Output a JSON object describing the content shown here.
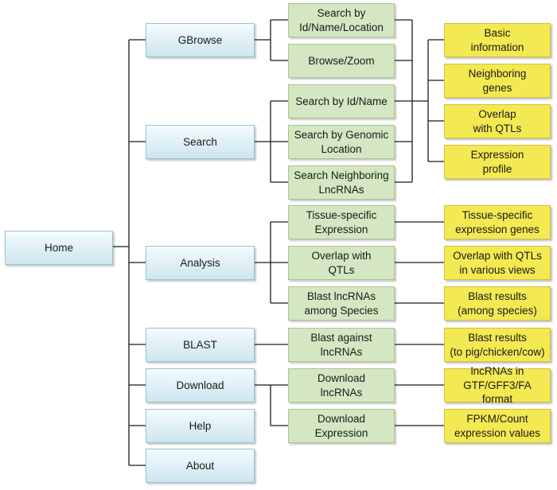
{
  "home": "Home",
  "main_nav": {
    "gbrowse": "GBrowse",
    "search": "Search",
    "analysis": "Analysis",
    "blast": "BLAST",
    "download": "Download",
    "help": "Help",
    "about": "About"
  },
  "gbrowse_features": {
    "search_by_id_name_location": "Search by\nId/Name/Location",
    "browse_zoom": "Browse/Zoom"
  },
  "search_features": {
    "search_by_id_name": "Search by Id/Name",
    "search_by_genomic_location": "Search by Genomic\nLocation",
    "search_neighboring_lncrnas": "Search Neighboring\nLncRNAs"
  },
  "analysis_features": {
    "tissue_specific_expression": "Tissue-specific\nExpression",
    "overlap_with_qtls": "Overlap with\nQTLs",
    "blast_lncrnas_among_species": "Blast lncRNAs\namong Species"
  },
  "blast_features": {
    "blast_against_lncrnas": "Blast against\nlncRNAs"
  },
  "download_features": {
    "download_lncrnas": "Download\nlncRNAs",
    "download_expression": "Download\nExpression"
  },
  "search_results": {
    "basic_information": "Basic\ninformation",
    "neighboring_genes": "Neighboring\ngenes",
    "overlap_with_qtls": "Overlap\nwith QTLs",
    "expression_profile": "Expression\nprofile"
  },
  "outputs": {
    "tissue_specific_expression_genes": "Tissue-specific\nexpression genes",
    "overlap_with_qtls_in_various_views": "Overlap with QTLs\nin various views",
    "blast_results_among_species": "Blast results\n(among species)",
    "blast_results_to_pig_chicken_cow": "Blast results\n(to pig/chicken/cow)",
    "lncrnas_in_formats": "lncRNAs in\nGTF/GFF3/FA format",
    "fpkm_count_expression_values": "FPKM/Count\nexpression values"
  }
}
